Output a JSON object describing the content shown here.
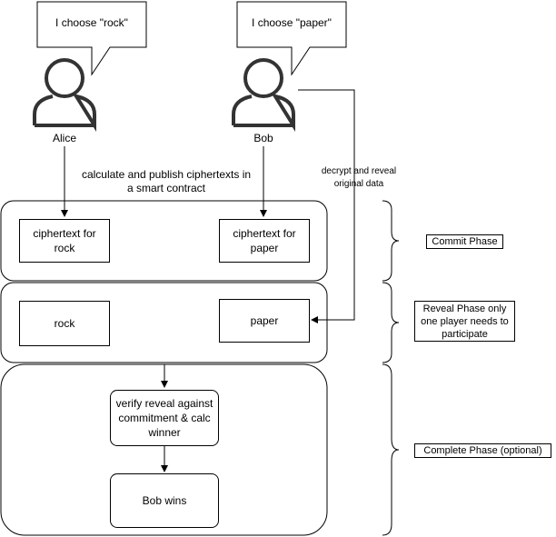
{
  "actors": {
    "alice": {
      "name": "Alice",
      "speech": "I choose \"rock\""
    },
    "bob": {
      "name": "Bob",
      "speech": "I choose \"paper\""
    }
  },
  "annotations": {
    "publish": "calculate and publish ciphertexts in a smart contract",
    "decrypt": "decrypt and reveal original data"
  },
  "commit": {
    "alice_box": "ciphertext for rock",
    "bob_box": "ciphertext for paper"
  },
  "reveal": {
    "alice_box": "rock",
    "bob_box": "paper"
  },
  "complete": {
    "verify_box": "verify reveal against commitment & calc winner",
    "result_box": "Bob wins"
  },
  "phases": {
    "commit": "Commit Phase",
    "reveal": "Reveal Phase only one player needs to participate",
    "complete": "Complete Phase (optional)"
  },
  "colors": {
    "actor": "#333333",
    "line": "#000000"
  }
}
